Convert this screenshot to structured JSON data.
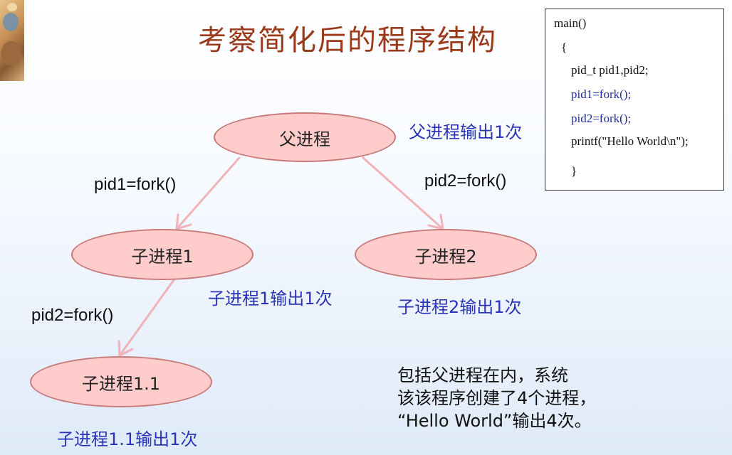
{
  "title": "考察简化后的程序结构",
  "code": {
    "lines": [
      {
        "text": "main()",
        "highlight": false
      },
      {
        "text": "{",
        "highlight": false
      },
      {
        "text": "pid_t  pid1,pid2;",
        "highlight": false
      },
      {
        "text": "pid1=fork();",
        "highlight": true
      },
      {
        "text": "pid2=fork();",
        "highlight": true
      },
      {
        "text": "printf(\"Hello World\\n\");",
        "highlight": false
      },
      {
        "text": "}",
        "highlight": false
      }
    ]
  },
  "nodes": {
    "parent": "父进程",
    "child1": "子进程1",
    "child2": "子进程2",
    "child11": "子进程1.1"
  },
  "edges": {
    "parent_to_child1": "pid1=fork()",
    "parent_to_child2": "pid2=fork()",
    "child1_to_child11": "pid2=fork()"
  },
  "outputs": {
    "parent": "父进程输出1次",
    "child1": "子进程1输出1次",
    "child2": "子进程2输出1次",
    "child11": "子进程1.1输出1次"
  },
  "summary": {
    "line1": "包括父进程在内，系统",
    "line2": "该该程序创建了4个进程，",
    "line3": "“Hello World”输出4次。"
  },
  "colors": {
    "title": "#9b3a1a",
    "node_fill": "#ffcccc",
    "node_border": "#c87a7a",
    "arrow": "#f2b3b8",
    "output_text": "#2a34b8"
  }
}
